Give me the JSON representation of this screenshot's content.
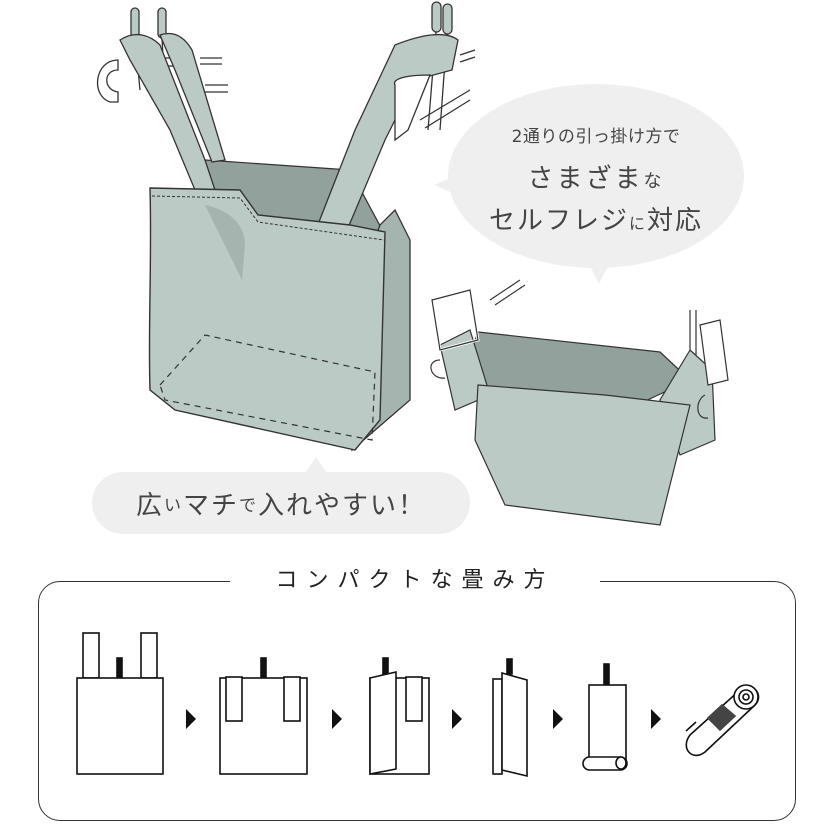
{
  "callouts": {
    "top": {
      "line1": "2通りの引っ掛け方で",
      "line2_main": "さまざま",
      "line2_small": "な",
      "line3_main": "セルフレジ",
      "line3_small": "に",
      "line3_end": "対応"
    },
    "bottom": {
      "part1": "広",
      "part1_small": "い",
      "part2": "マチ",
      "part2_small": "で",
      "part3": "入れやすい！"
    }
  },
  "folding_guide": {
    "title": "コンパクトな畳み方",
    "steps": [
      {
        "name": "step-1-open-bag"
      },
      {
        "name": "step-2-handles-folded-in"
      },
      {
        "name": "step-3-fold-left-side"
      },
      {
        "name": "step-4-fold-in-half"
      },
      {
        "name": "step-5-roll-from-bottom"
      },
      {
        "name": "step-6-rolled-and-banded"
      }
    ]
  },
  "colors": {
    "bag_fill": "#bccac6",
    "bag_inner": "#93a19d",
    "bag_shadow": "#a6b4b0",
    "outline": "#333333",
    "bubble": "#efefef",
    "text": "#444444"
  }
}
